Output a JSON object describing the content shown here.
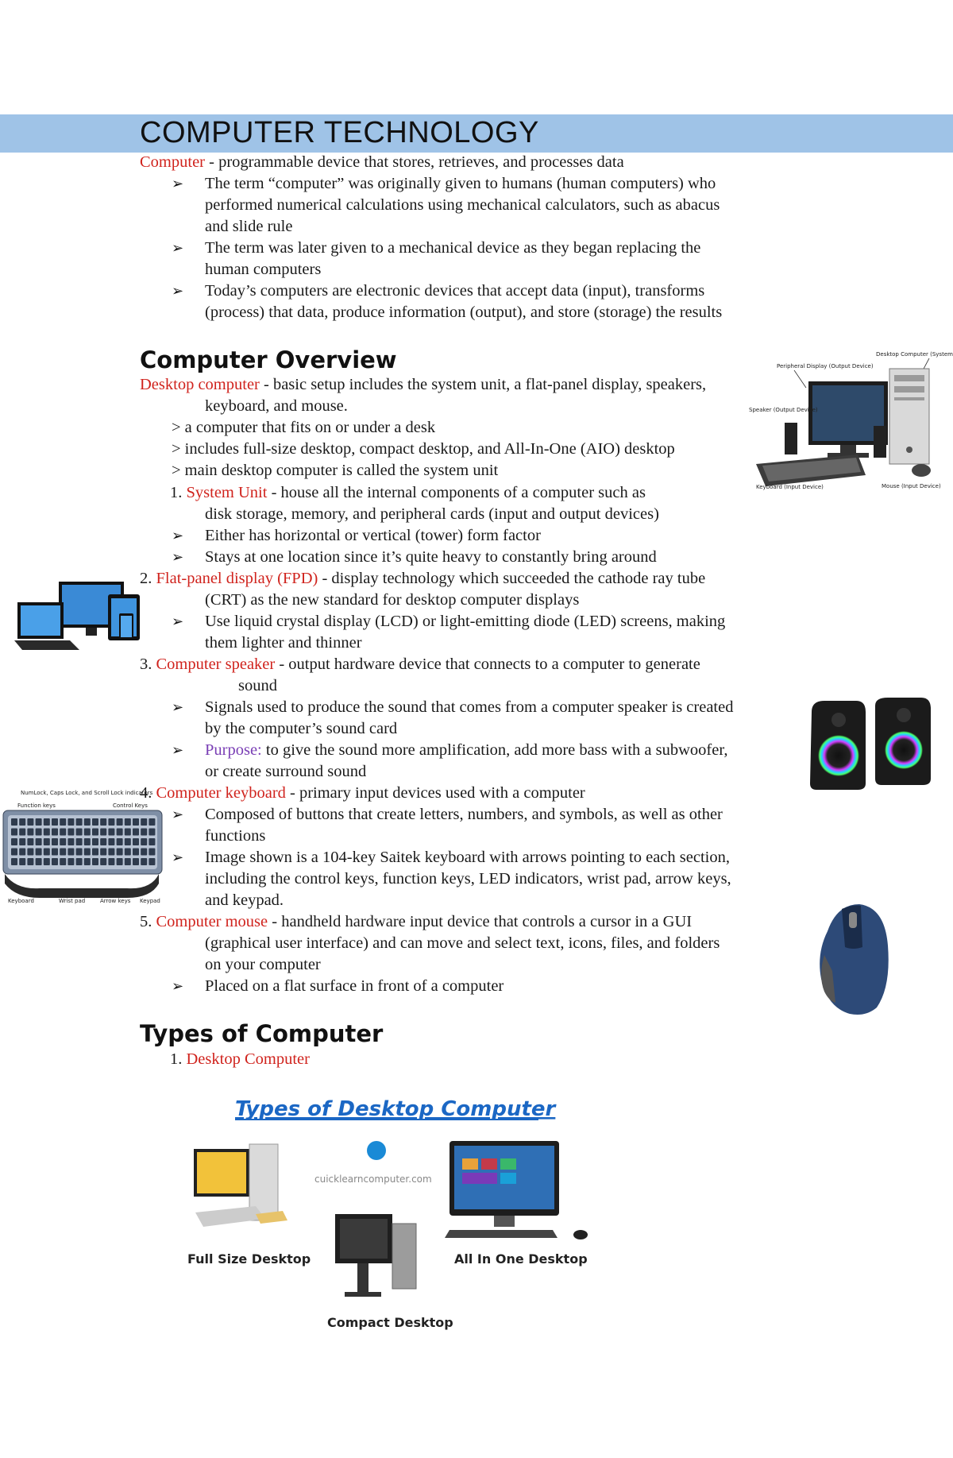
{
  "title": "COMPUTER TECHNOLOGY",
  "intro": {
    "term": "Computer",
    "def": " - programmable device that stores, retrieves, and processes data",
    "bullets": [
      [
        "The term “computer” was originally given to humans (human computers) who",
        "performed numerical calculations using mechanical calculators, such as abacus",
        "and slide rule"
      ],
      [
        "The term was later given to a mechanical device as they began replacing the",
        "human computers"
      ],
      [
        "Today’s computers are electronic devices that accept data (input), transforms",
        "(process) that data, produce information (output), and store (storage) the results"
      ]
    ]
  },
  "overview": {
    "heading": "Computer Overview",
    "desktop_term": "Desktop computer",
    "desktop_def1": " - basic setup includes the system unit, a flat-panel display, speakers,",
    "desktop_def2": "keyboard, and mouse.",
    "desktop_notes": [
      "> a computer that fits on or under a desk",
      "> includes full-size desktop, compact desktop, and All-In-One (AIO) desktop",
      "> main desktop computer is called the system unit"
    ],
    "items": {
      "system_unit": {
        "num": "1.",
        "term": "System Unit",
        "def1": " - house all the internal components of a computer such as",
        "def2": "disk storage, memory, and peripheral cards (input and output devices)",
        "bullets": [
          "Either has horizontal or vertical (tower) form factor",
          "Stays at one location since it’s quite heavy to constantly bring around"
        ]
      },
      "fpd": {
        "num": "2.",
        "term": "Flat-panel display (FPD)",
        "def1": " - display technology which succeeded the cathode ray tube",
        "def2": "(CRT) as the new standard for desktop computer displays",
        "bullets": [
          [
            "Use liquid crystal display (LCD) or light-emitting diode (LED) screens, making",
            "them lighter and thinner"
          ]
        ]
      },
      "speaker": {
        "num": "3.",
        "term": "Computer speaker",
        "def1": " - output hardware device that connects to a computer to generate",
        "def2": "sound",
        "bullet1": [
          "Signals used to produce the sound that comes from a computer speaker is created",
          "by the computer’s sound card"
        ],
        "purpose_label": "Purpose:",
        "purpose_text": " to give the sound more amplification, add more bass with a subwoofer,",
        "purpose_text2": "or create surround sound"
      },
      "keyboard": {
        "num": "4.",
        "term": "Computer keyboard",
        "def1": " - primary input devices used with a computer",
        "bullets": [
          [
            "Composed of buttons that create letters, numbers, and symbols, as well as other",
            "functions"
          ],
          [
            "Image shown is a 104-key Saitek keyboard with arrows pointing to each section,",
            "including the control keys, function keys, LED indicators, wrist pad, arrow keys,",
            "and keypad."
          ]
        ]
      },
      "mouse": {
        "num": "5.",
        "term": "Computer mouse",
        "def1": " - handheld hardware input device that controls a cursor in a GUI",
        "def2": "(graphical user interface) and can move and select text, icons, files, and folders",
        "def3": "on your computer",
        "bullets": [
          "Placed on a flat surface in front of a computer"
        ]
      }
    }
  },
  "types": {
    "heading": "Types of Computer",
    "item1_num": "1.",
    "item1": "Desktop Computer"
  },
  "desktop_image": {
    "title": "Types of Desktop Computer",
    "site": "cuicklearncomputer.com",
    "labels": [
      "Full Size Desktop",
      "All In One Desktop",
      "Compact Desktop"
    ]
  },
  "desktop_setup_labels": [
    "Peripheral Display (Output Device)",
    "Desktop Computer (System Unit)",
    "Speaker (Output Device)",
    "Keyboard (Input Device)",
    "Mouse (Input Device)"
  ],
  "keyboard_labels": [
    "NumLock, Caps Lock, and Scroll Lock indicators",
    "Function keys",
    "Control Keys",
    "Keyboard",
    "Wrist pad",
    "Arrow keys",
    "Keypad"
  ],
  "bullet_glyph": "➔",
  "colors": {
    "title_band": "#9fc3e7",
    "term": "#d0231d",
    "purpose": "#7a3fb5",
    "image_title": "#1b67c4"
  }
}
